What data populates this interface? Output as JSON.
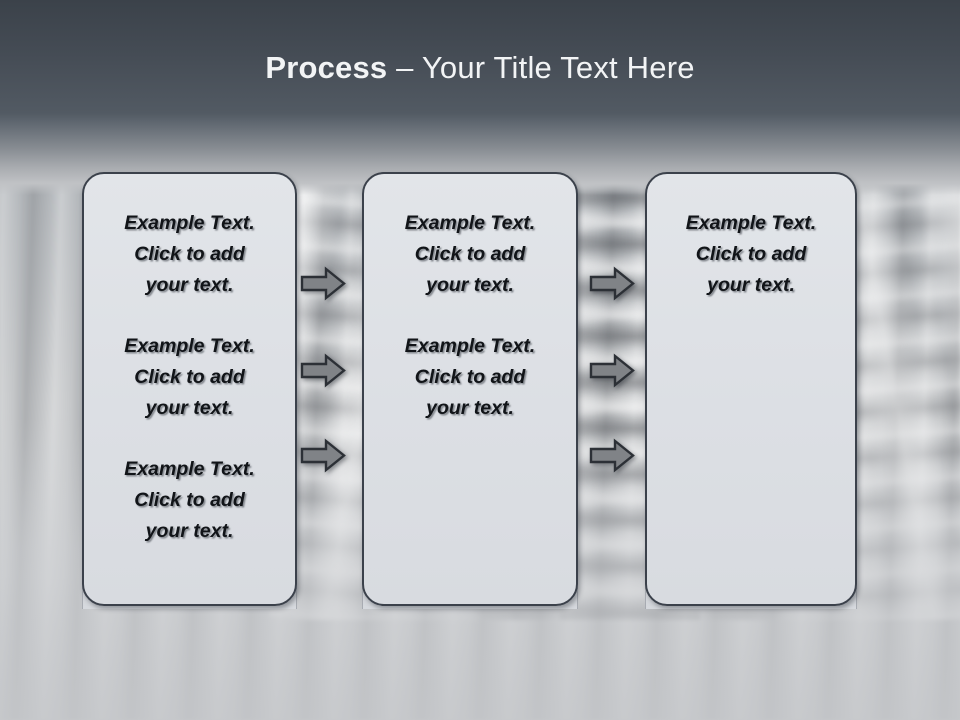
{
  "slide": {
    "title": {
      "bold_part": "Process",
      "rest_part": " – Your Title Text Here"
    }
  },
  "theme": {
    "header_top_color": "#3b424a",
    "header_mid_color": "#525a63",
    "background_color": "#c6c8cb",
    "box_fill_color": "#dfe2e6",
    "box_border_color": "#3b414b",
    "arrow_fill_color": "#808387",
    "arrow_border_color": "#2c3036",
    "title_text_color": "#f2f4f5",
    "body_text_color": "#111418"
  },
  "boxes": [
    {
      "id": "box-1",
      "paragraphs": [
        "Example Text.\nClick  to add\nyour text.",
        "Example Text.\nClick  to add\nyour text.",
        "Example Text.\nClick  to add\nyour text."
      ]
    },
    {
      "id": "box-2",
      "paragraphs": [
        "Example Text.\nClick  to add\nyour text.",
        "Example Text.\nClick  to add\nyour text."
      ]
    },
    {
      "id": "box-3",
      "paragraphs": [
        "Example Text.\nClick  to add\nyour text."
      ]
    }
  ],
  "connectors": {
    "icon_name": "right-arrow-icon",
    "groups": [
      {
        "id": "connector-group-1",
        "count": 3
      },
      {
        "id": "connector-group-2",
        "count": 3
      }
    ]
  }
}
